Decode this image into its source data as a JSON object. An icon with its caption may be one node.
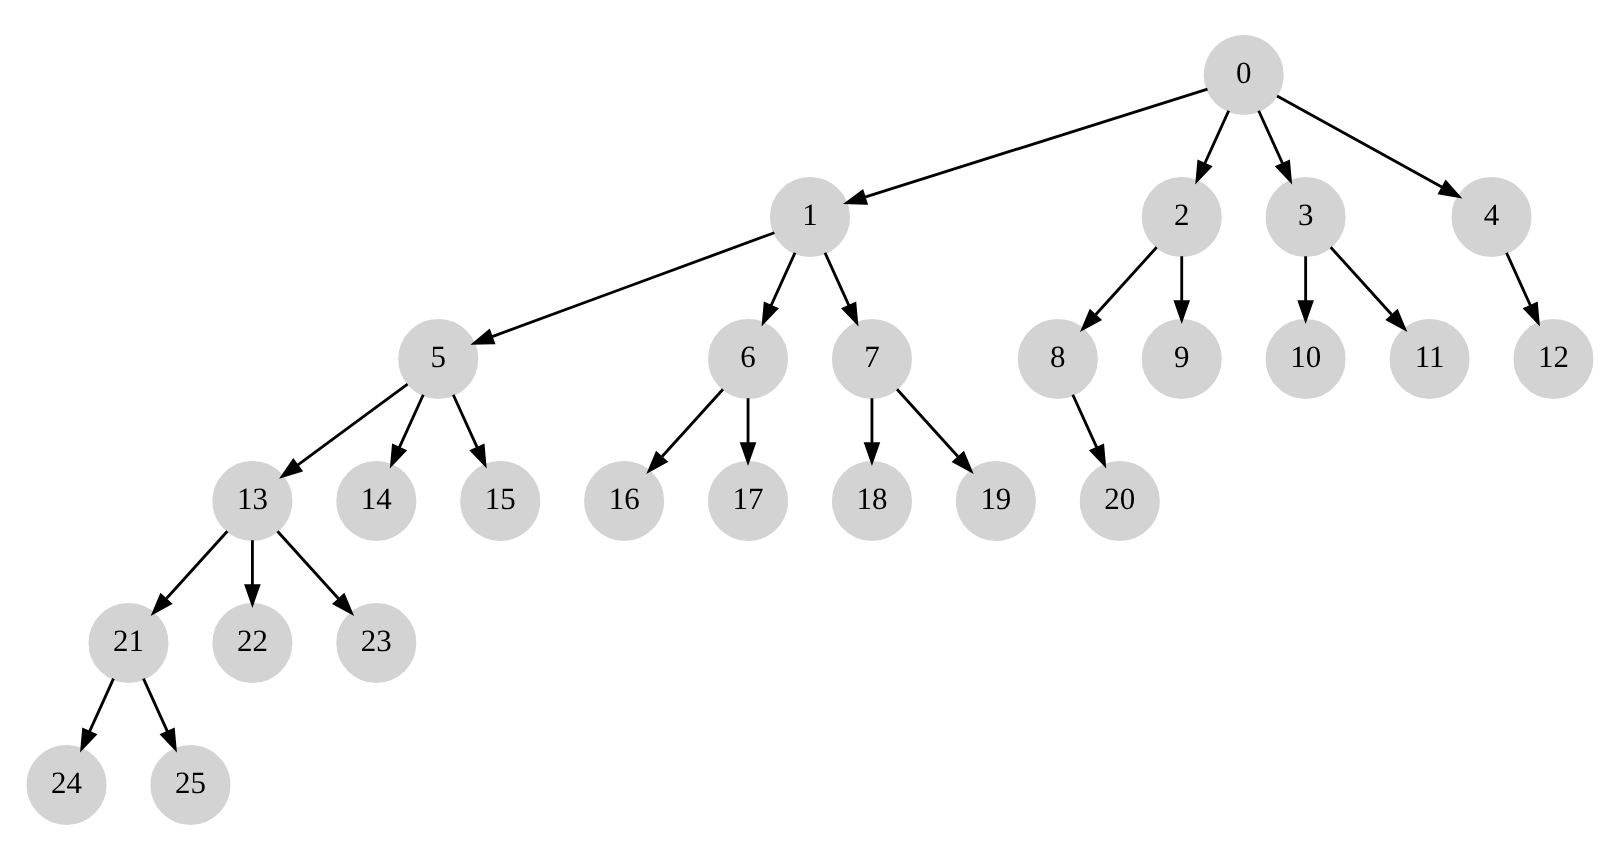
{
  "diagram": {
    "nodes": [
      {
        "text": [
          "0"
        ]
      },
      {
        "text": [
          "1"
        ]
      },
      {
        "text": [
          "2"
        ]
      },
      {
        "text": [
          "3"
        ]
      },
      {
        "text": [
          "4"
        ]
      },
      {
        "text": [
          "5"
        ]
      },
      {
        "text": [
          "6"
        ]
      },
      {
        "text": [
          "7"
        ]
      },
      {
        "text": [
          "8"
        ]
      },
      {
        "text": [
          "9"
        ]
      },
      {
        "text": [
          "10"
        ]
      },
      {
        "text": [
          "11"
        ]
      },
      {
        "text": [
          "12"
        ]
      },
      {
        "text": [
          "13"
        ]
      },
      {
        "text": [
          "14"
        ]
      },
      {
        "text": [
          "15"
        ]
      },
      {
        "text": [
          "16"
        ]
      },
      {
        "text": [
          "17"
        ]
      },
      {
        "text": [
          "18"
        ]
      },
      {
        "text": [
          "19"
        ]
      },
      {
        "text": [
          "20"
        ]
      },
      {
        "text": [
          "21"
        ]
      },
      {
        "text": [
          "22"
        ]
      },
      {
        "text": [
          "23"
        ]
      },
      {
        "text": [
          "24"
        ]
      },
      {
        "text": [
          "25"
        ]
      }
    ],
    "edges": [
      {
        "from": 0,
        "to": 1,
        "arrow": "to"
      },
      {
        "from": 0,
        "to": 2,
        "arrow": "to"
      },
      {
        "from": 0,
        "to": 3,
        "arrow": "to"
      },
      {
        "from": 0,
        "to": 4,
        "arrow": "to"
      },
      {
        "from": 1,
        "to": 5,
        "arrow": "to"
      },
      {
        "from": 1,
        "to": 6,
        "arrow": "to"
      },
      {
        "from": 1,
        "to": 7,
        "arrow": "to"
      },
      {
        "from": 2,
        "to": 8,
        "arrow": "to"
      },
      {
        "from": 2,
        "to": 9,
        "arrow": "to"
      },
      {
        "from": 3,
        "to": 10,
        "arrow": "to"
      },
      {
        "from": 3,
        "to": 11,
        "arrow": "to"
      },
      {
        "from": 4,
        "to": 12,
        "arrow": "to"
      },
      {
        "from": 5,
        "to": 13,
        "arrow": "to"
      },
      {
        "from": 5,
        "to": 14,
        "arrow": "to"
      },
      {
        "from": 5,
        "to": 15,
        "arrow": "to"
      },
      {
        "from": 6,
        "to": 16,
        "arrow": "to"
      },
      {
        "from": 6,
        "to": 17,
        "arrow": "to"
      },
      {
        "from": 7,
        "to": 18,
        "arrow": "to"
      },
      {
        "from": 7,
        "to": 19,
        "arrow": "to"
      },
      {
        "from": 8,
        "to": 20,
        "arrow": "to"
      },
      {
        "from": 13,
        "to": 21,
        "arrow": "to"
      },
      {
        "from": 13,
        "to": 22,
        "arrow": "to"
      },
      {
        "from": 13,
        "to": 23,
        "arrow": "to"
      },
      {
        "from": 21,
        "to": 24,
        "arrow": "to"
      },
      {
        "from": 21,
        "to": 25,
        "arrow": "to"
      }
    ]
  }
}
